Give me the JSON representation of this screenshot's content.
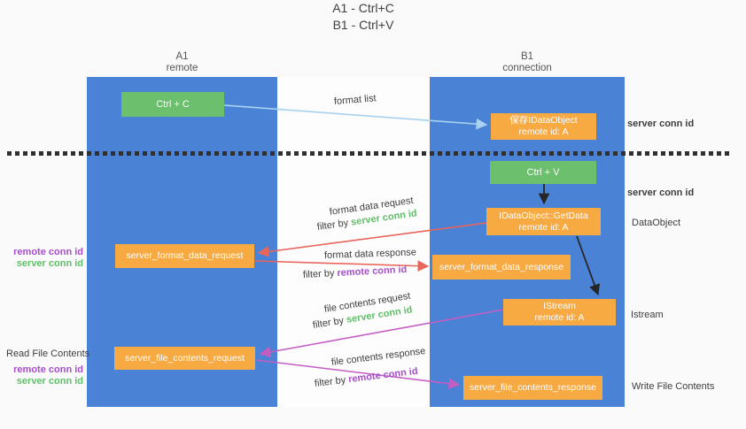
{
  "title": {
    "line1": "A1 - Ctrl+C",
    "line2": "B1 - Ctrl+V"
  },
  "lanes": {
    "left": {
      "name": "A1",
      "subtitle": "remote"
    },
    "right": {
      "name": "B1",
      "subtitle": "connection"
    }
  },
  "nodes": {
    "ctrl_c": {
      "label": "Ctrl + C"
    },
    "save_idataobject": {
      "line1": "保存IDataObject",
      "line2": "remote id: A"
    },
    "ctrl_v": {
      "label": "Ctrl + V"
    },
    "idataobject_getdata": {
      "line1": "IDataObject::GetData",
      "line2": "remote id: A"
    },
    "server_format_data_request": {
      "label": "server_format_data_request"
    },
    "server_format_data_response": {
      "label": "server_format_data_response"
    },
    "istream": {
      "line1": "IStream",
      "line2": "remote id: A"
    },
    "server_file_contents_request": {
      "label": "server_file_contents_request"
    },
    "server_file_contents_response": {
      "label": "server_file_contents_response"
    }
  },
  "edges": {
    "format_list": {
      "label": "format list"
    },
    "format_data_request": {
      "label": "format data request",
      "filter_prefix": "filter by",
      "filter_key": "server conn id"
    },
    "format_data_response": {
      "label": "format data response",
      "filter_prefix": "filter by",
      "filter_key": "remote conn id"
    },
    "file_contents_request": {
      "label": "file contents request",
      "filter_prefix": "filter by",
      "filter_key": "server conn id"
    },
    "file_contents_response": {
      "label": "file contents response",
      "filter_prefix": "filter by",
      "filter_key": "remote conn id"
    }
  },
  "annotations": {
    "server_conn_id_top": "server conn id",
    "server_conn_id_mid": "server conn id",
    "dataobject": "DataObject",
    "istream": "Istream",
    "write_file_contents": "Write File Contents",
    "read_file_contents": "Read File Contents",
    "left_mid": {
      "remote_conn_id": "remote conn id",
      "server_conn_id": "server conn id"
    },
    "left_bottom": {
      "remote_conn_id": "remote conn id",
      "server_conn_id": "server conn id"
    }
  },
  "colors": {
    "lane_blue": "#4a82d6",
    "node_green": "#6cbf6c",
    "node_orange": "#f7a942",
    "arrow_red": "#e8655c",
    "arrow_magenta": "#c45ec2",
    "arrow_light_blue": "#a8d2ef",
    "arrow_black": "#262626",
    "text_green": "#5fbf68",
    "text_purple": "#a64fc9",
    "background": "#fafafa"
  }
}
